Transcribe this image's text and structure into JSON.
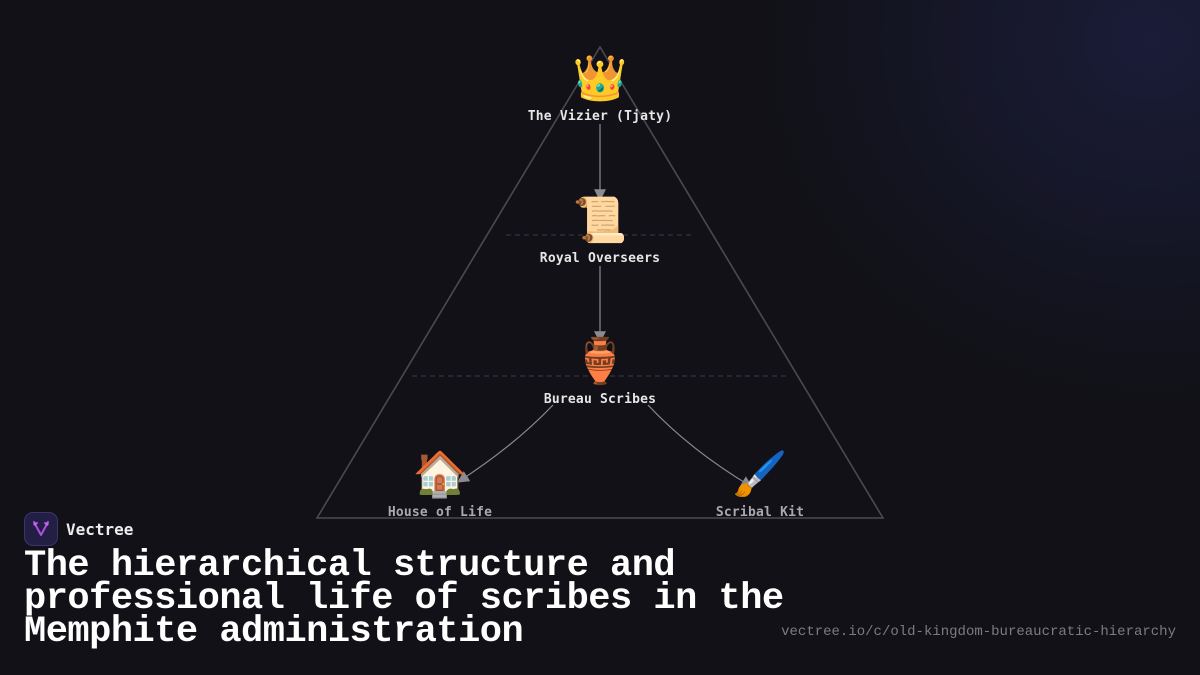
{
  "diagram": {
    "type": "pyramid-hierarchy",
    "nodes": [
      {
        "id": "vizier",
        "icon": "crown-icon",
        "emoji": "👑",
        "label": "The Vizier (Tjaty)"
      },
      {
        "id": "overseers",
        "icon": "scroll-icon",
        "emoji": "📜",
        "label": "Royal Overseers"
      },
      {
        "id": "scribes",
        "icon": "amphora-icon",
        "emoji": "🏺",
        "label": "Bureau Scribes"
      },
      {
        "id": "house_of_life",
        "icon": "house-icon",
        "emoji": "🏠",
        "label": "House of Life"
      },
      {
        "id": "scribal_kit",
        "icon": "paintbrush-icon",
        "emoji": "🖌️",
        "label": "Scribal Kit"
      }
    ],
    "edges": [
      {
        "from": "vizier",
        "to": "overseers"
      },
      {
        "from": "overseers",
        "to": "scribes"
      },
      {
        "from": "scribes",
        "to": "house_of_life"
      },
      {
        "from": "scribes",
        "to": "scribal_kit"
      }
    ],
    "colors": {
      "background": "#111117",
      "pyramid_outline": "#4a4a50",
      "edge": "#8a8a90",
      "divider": "#3c3c44"
    }
  },
  "brand": {
    "name": "Vectree",
    "logo_color": "#b04ee0"
  },
  "title": "The hierarchical structure and professional life of scribes in the Memphite administration",
  "url": "vectree.io/c/old-kingdom-bureaucratic-hierarchy"
}
